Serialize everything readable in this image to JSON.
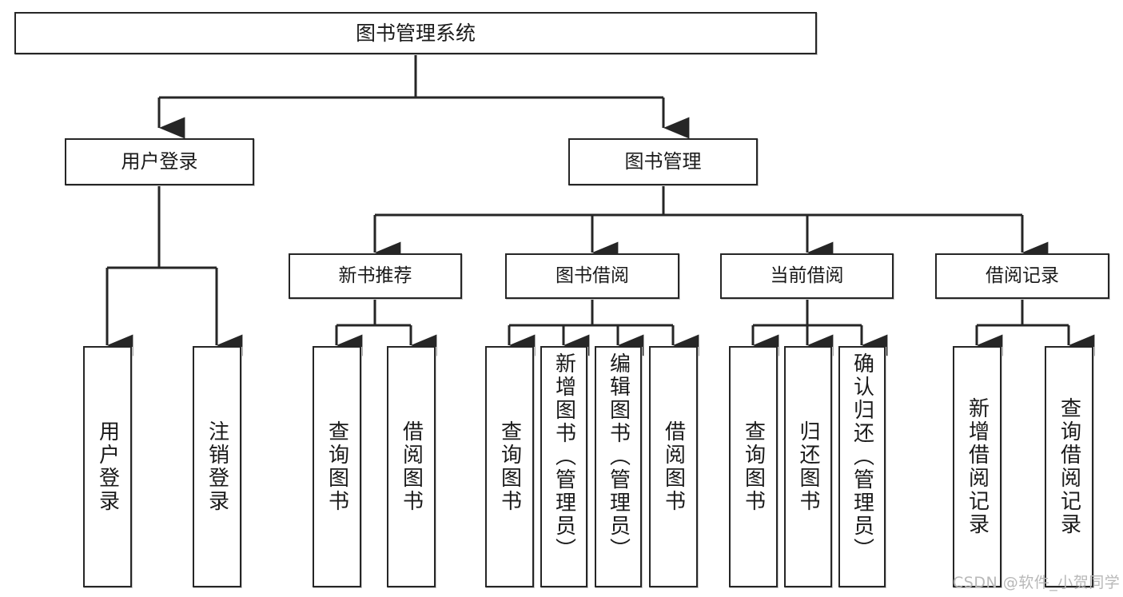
{
  "diagram": {
    "type": "tree-hierarchy",
    "title": "图书管理系统",
    "watermark": "CSDN @软件_小贺同学",
    "colors": {
      "border": "#262626",
      "box_fill": "#ffffff",
      "edge": "#262626",
      "text": "#1a1a1a",
      "watermark": "#b8b8b8",
      "background": "#ffffff"
    },
    "nodes": {
      "root": {
        "label": "图书管理系统"
      },
      "level2": [
        {
          "id": "user-login",
          "label": "用户登录"
        },
        {
          "id": "book-manage",
          "label": "图书管理"
        }
      ],
      "level3": [
        {
          "id": "new-book-recommend",
          "label": "新书推荐"
        },
        {
          "id": "book-borrow",
          "label": "图书借阅"
        },
        {
          "id": "current-borrow",
          "label": "当前借阅"
        },
        {
          "id": "borrow-record",
          "label": "借阅记录"
        }
      ],
      "leaves": [
        {
          "id": "leaf-user-login",
          "label": "用户登录",
          "parent": "user-login"
        },
        {
          "id": "leaf-logout",
          "label": "注销登录",
          "parent": "user-login"
        },
        {
          "id": "leaf-query-book-1",
          "label": "查询图书",
          "parent": "new-book-recommend"
        },
        {
          "id": "leaf-borrow-book-1",
          "label": "借阅图书",
          "parent": "new-book-recommend"
        },
        {
          "id": "leaf-query-book-2",
          "label": "查询图书",
          "parent": "book-borrow"
        },
        {
          "id": "leaf-add-book",
          "label": "新增图书（管理员）",
          "parent": "book-borrow"
        },
        {
          "id": "leaf-edit-book",
          "label": "编辑图书（管理员）",
          "parent": "book-borrow"
        },
        {
          "id": "leaf-borrow-book-2",
          "label": "借阅图书",
          "parent": "book-borrow"
        },
        {
          "id": "leaf-query-book-3",
          "label": "查询图书",
          "parent": "current-borrow"
        },
        {
          "id": "leaf-return-book",
          "label": "归还图书",
          "parent": "current-borrow"
        },
        {
          "id": "leaf-confirm-return",
          "label": "确认归还（管理员）",
          "parent": "current-borrow"
        },
        {
          "id": "leaf-add-record",
          "label": "新增借阅记录",
          "parent": "borrow-record"
        },
        {
          "id": "leaf-query-record",
          "label": "查询借阅记录",
          "parent": "borrow-record"
        }
      ]
    }
  }
}
